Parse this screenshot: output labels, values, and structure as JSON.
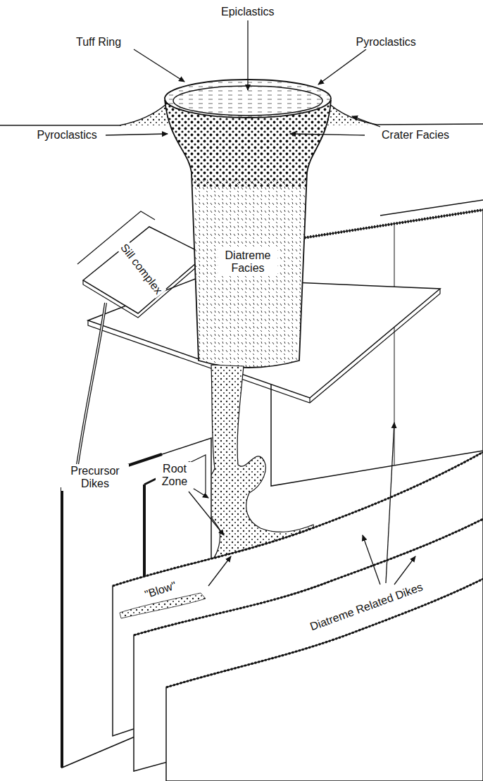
{
  "diagram": {
    "labels": [
      "Epiclastics",
      "Tuff Ring",
      "Pyroclastics",
      "Pyroclastics",
      "Crater Facies",
      "Diatreme Facies",
      "Sill complex",
      "Precursor Dikes",
      "Root Zone",
      "\"Blow\"",
      "Diatreme Related Dikes"
    ]
  }
}
